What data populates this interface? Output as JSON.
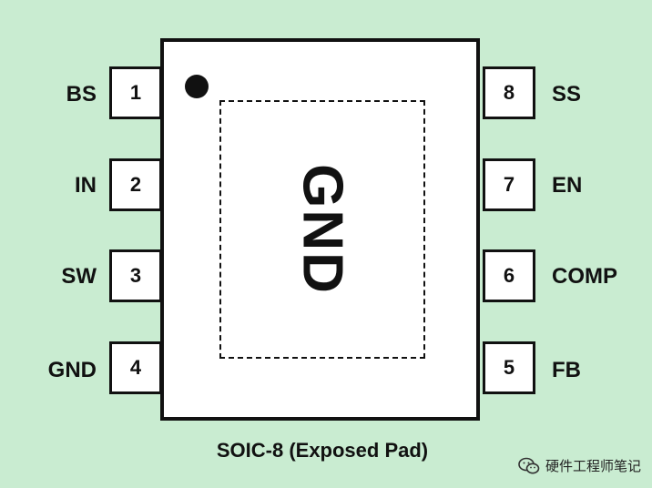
{
  "ic": {
    "center_label": "GND",
    "package_label": "SOIC-8 (Exposed Pad)"
  },
  "pins": {
    "p1": {
      "number": "1",
      "name": "BS"
    },
    "p2": {
      "number": "2",
      "name": "IN"
    },
    "p3": {
      "number": "3",
      "name": "SW"
    },
    "p4": {
      "number": "4",
      "name": "GND"
    },
    "p5": {
      "number": "5",
      "name": "FB"
    },
    "p6": {
      "number": "6",
      "name": "COMP"
    },
    "p7": {
      "number": "7",
      "name": "EN"
    },
    "p8": {
      "number": "8",
      "name": "SS"
    }
  },
  "watermark": {
    "text": "硬件工程师笔记",
    "icon": "wechat-icon"
  },
  "colors": {
    "background": "#c9ecd1",
    "outline": "#111111",
    "fill": "#ffffff"
  }
}
